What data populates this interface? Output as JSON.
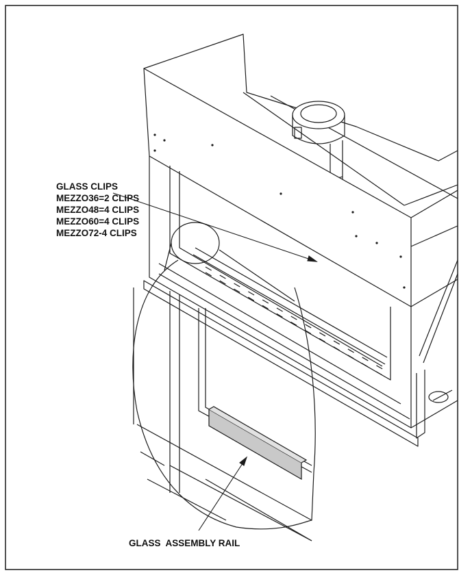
{
  "labels": {
    "glass_clips_title": "GLASS CLIPS",
    "clip_counts": [
      "MEZZO36=2 CLIPS",
      "MEZZO48=4 CLIPS",
      "MEZZO60=4 CLIPS",
      "MEZZO72-4 CLIPS"
    ],
    "glass_assembly_rail": "GLASS  ASSEMBLY RAIL"
  },
  "colors": {
    "line": "#1a1a1a",
    "rail_fill": "#c9c9c9",
    "background": "#ffffff"
  }
}
